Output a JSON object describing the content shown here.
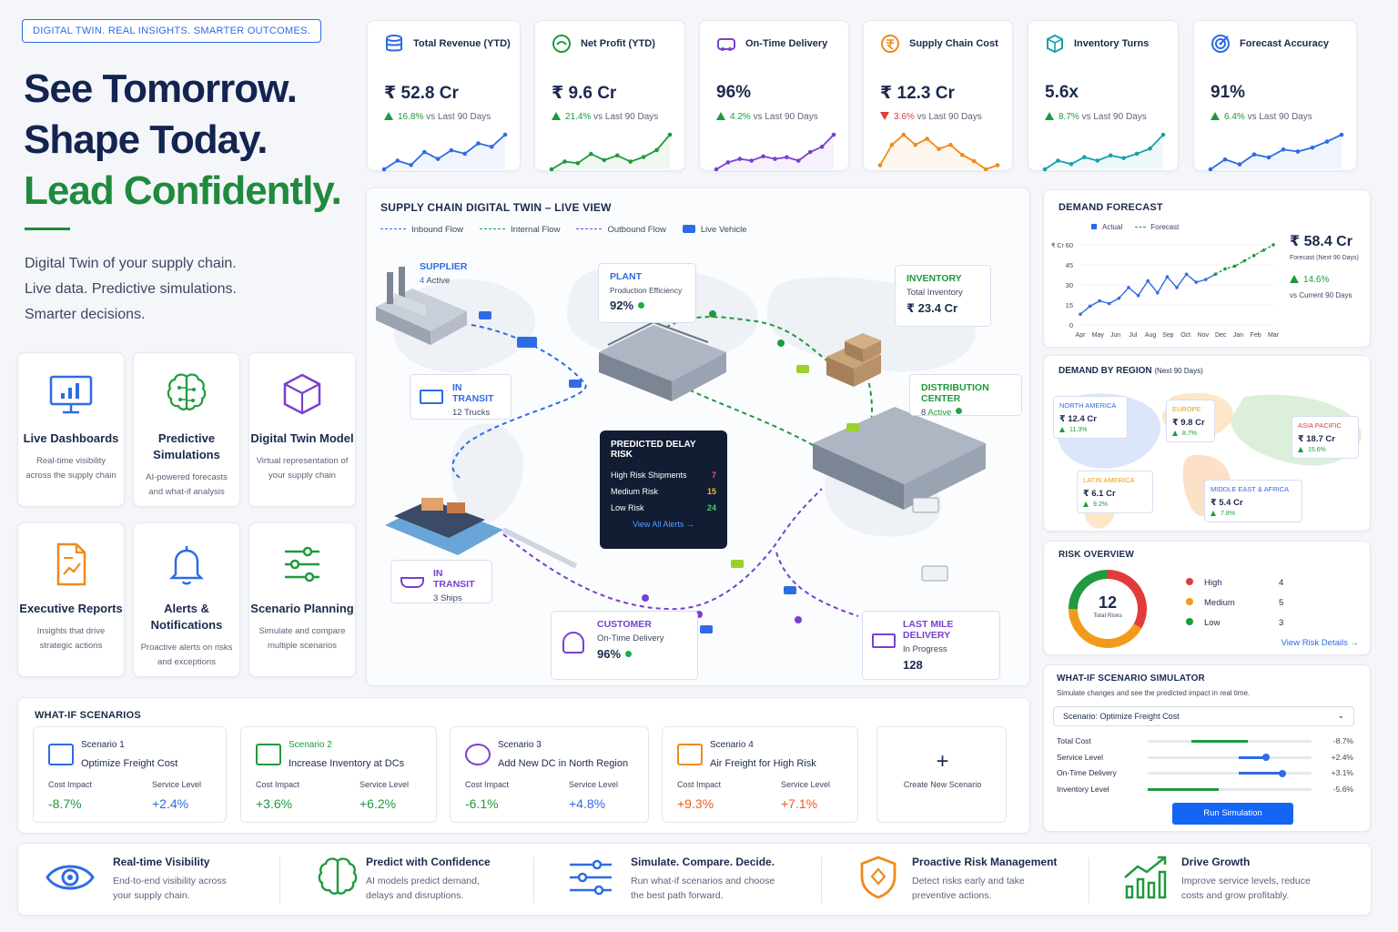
{
  "hero": {
    "tag": "DIGITAL TWIN. REAL INSIGHTS. SMARTER OUTCOMES.",
    "line1": "See Tomorrow.",
    "line2": "Shape Today.",
    "line3": "Lead Confidently.",
    "sub1": "Digital Twin of your supply chain.",
    "sub2": "Live data. Predictive simulations.",
    "sub3": "Smarter decisions."
  },
  "features": [
    {
      "icon": "monitor-chart-icon",
      "title": "Live Dashboards",
      "desc": "Real-time visibility across the supply chain"
    },
    {
      "icon": "brain-icon",
      "title": "Predictive Simulations",
      "desc": "AI-powered forecasts and what-if analysis"
    },
    {
      "icon": "cube-icon",
      "title": "Digital Twin Model",
      "desc": "Virtual representation of your supply chain"
    },
    {
      "icon": "report-icon",
      "title": "Executive Reports",
      "desc": "Insights that drive strategic actions"
    },
    {
      "icon": "bell-icon",
      "title": "Alerts & Notifications",
      "desc": "Proactive alerts on risks and exceptions"
    },
    {
      "icon": "sliders-icon",
      "title": "Scenario Planning",
      "desc": "Simulate and compare multiple scenarios"
    }
  ],
  "kpis": [
    {
      "title": "Total Revenue (YTD)",
      "value": "₹ 52.8 Cr",
      "change": "16.8%",
      "dir": "up",
      "note": "vs Last 90 Days",
      "color": "#2e6be6",
      "icon": "database-icon",
      "spark": [
        3,
        4,
        3.5,
        5,
        4.2,
        5.2,
        4.8,
        6,
        5.6,
        7
      ]
    },
    {
      "title": "Net Profit (YTD)",
      "value": "₹ 9.6 Cr",
      "change": "21.4%",
      "dir": "up",
      "note": "vs Last 90 Days",
      "color": "#1f9a3e",
      "icon": "money-icon",
      "spark": [
        2,
        3,
        2.8,
        4,
        3.2,
        3.8,
        3,
        3.6,
        4.5,
        6.5
      ]
    },
    {
      "title": "On-Time Delivery",
      "value": "96%",
      "change": "4.2%",
      "dir": "up",
      "note": "vs Last 90 Days",
      "color": "#7a3fd0",
      "icon": "truck-icon",
      "spark": [
        2,
        2.8,
        3.2,
        3,
        3.5,
        3.2,
        3.4,
        3,
        4,
        4.6,
        6
      ]
    },
    {
      "title": "Supply Chain Cost",
      "value": "₹ 12.3 Cr",
      "change": "3.6%",
      "dir": "down",
      "note": "vs Last 90 Days",
      "color": "#f08a1c",
      "icon": "rupee-icon",
      "spark": [
        4,
        5,
        5.5,
        5,
        5.3,
        4.8,
        5,
        4.5,
        4.2,
        3.8,
        4
      ]
    },
    {
      "title": "Inventory Turns",
      "value": "5.6x",
      "change": "8.7%",
      "dir": "up",
      "note": "vs Last 90 Days",
      "color": "#17a2a8",
      "icon": "box-icon",
      "spark": [
        2,
        3,
        2.6,
        3.4,
        3,
        3.6,
        3.3,
        3.8,
        4.4,
        6
      ]
    },
    {
      "title": "Forecast Accuracy",
      "value": "91%",
      "change": "6.4%",
      "dir": "up",
      "note": "vs Last 90 Days",
      "color": "#2e6be6",
      "icon": "target-icon",
      "spark": [
        2,
        3,
        2.5,
        3.5,
        3.2,
        4,
        3.8,
        4.2,
        4.8,
        5.5
      ]
    }
  ],
  "twin": {
    "title": "SUPPLY CHAIN DIGITAL TWIN – LIVE VIEW",
    "legend": [
      "Inbound Flow",
      "Internal Flow",
      "Outbound Flow",
      "Live Vehicle"
    ],
    "supplier": {
      "label": "SUPPLIER",
      "count": "4",
      "suffix": "Active"
    },
    "plant": {
      "label": "PLANT",
      "sub": "Production Efficiency",
      "value": "92%"
    },
    "inventory": {
      "label": "INVENTORY",
      "sub": "Total Inventory",
      "value": "₹ 23.4 Cr"
    },
    "distribution": {
      "label": "DISTRIBUTION CENTER",
      "count": "8",
      "suffix": "Active"
    },
    "transit_trucks": {
      "label": "IN TRANSIT",
      "count": "12",
      "suffix": "Trucks"
    },
    "transit_ships": {
      "label": "IN TRANSIT",
      "count": "3",
      "suffix": "Ships"
    },
    "customer": {
      "label": "CUSTOMER",
      "sub": "On-Time Delivery",
      "value": "96%"
    },
    "lastmile": {
      "label": "LAST MILE DELIVERY",
      "sub": "In Progress",
      "value": "128"
    },
    "risk": {
      "title": "PREDICTED DELAY RISK",
      "rows": [
        {
          "label": "High Risk Shipments",
          "value": "7",
          "color": "#ff5a4e"
        },
        {
          "label": "Medium Risk",
          "value": "15",
          "color": "#ffb020"
        },
        {
          "label": "Low Risk",
          "value": "24",
          "color": "#3ed16a"
        }
      ],
      "link": "View All Alerts →"
    }
  },
  "forecast": {
    "title": "DEMAND FORECAST",
    "legend_actual": "Actual",
    "legend_forecast": "Forecast",
    "value": "₹ 58.4 Cr",
    "value_note": "Forecast (Next 90 Days)",
    "change": "14.6%",
    "change_note": "vs Current 90 Days"
  },
  "chart_data": {
    "type": "line",
    "title": "DEMAND FORECAST",
    "ylabel": "₹ Cr",
    "categories": [
      "Apr",
      "May",
      "Jun",
      "Jul",
      "Aug",
      "Sep",
      "Oct",
      "Nov",
      "Dec",
      "Jan",
      "Feb",
      "Mar"
    ],
    "ylim": [
      0,
      60
    ],
    "yticks": [
      0,
      15,
      30,
      45,
      60
    ],
    "series": [
      {
        "name": "Actual",
        "color": "#2e6be6",
        "values": [
          8,
          14,
          18,
          16,
          20,
          28,
          22,
          33,
          24,
          36,
          28,
          38,
          32,
          34,
          38,
          null,
          null,
          null,
          null,
          null,
          null
        ]
      },
      {
        "name": "Forecast",
        "color": "#1f9a3e",
        "values": [
          null,
          null,
          null,
          null,
          null,
          null,
          null,
          null,
          null,
          null,
          null,
          null,
          null,
          null,
          38,
          42,
          44,
          48,
          52,
          56,
          60
        ]
      }
    ]
  },
  "regions": {
    "title": "DEMAND BY REGION",
    "title_note": "(Next 90 Days)",
    "items": [
      {
        "name": "NORTH AMERICA",
        "value": "₹ 12.4 Cr",
        "change": "11.3%",
        "color": "#2e6be6"
      },
      {
        "name": "EUROPE",
        "value": "₹ 9.8 Cr",
        "change": "8.7%",
        "color": "#e89a1c"
      },
      {
        "name": "ASIA PACIFIC",
        "value": "₹ 18.7 Cr",
        "change": "15.6%",
        "color": "#e23b3b"
      },
      {
        "name": "LATIN AMERICA",
        "value": "₹ 6.1 Cr",
        "change": "9.2%",
        "color": "#e89a1c"
      },
      {
        "name": "MIDDLE EAST & AFRICA",
        "value": "₹ 5.4 Cr",
        "change": "7.8%",
        "color": "#2e6be6"
      }
    ]
  },
  "riskov": {
    "title": "RISK OVERVIEW",
    "total": "12",
    "total_label": "Total Risks",
    "items": [
      {
        "label": "High",
        "value": "4",
        "color": "#e23b3b"
      },
      {
        "label": "Medium",
        "value": "5",
        "color": "#f39a1c"
      },
      {
        "label": "Low",
        "value": "3",
        "color": "#1f9a3e"
      }
    ],
    "link": "View Risk Details →"
  },
  "simulator": {
    "title": "WHAT-IF SCENARIO SIMULATOR",
    "sub": "Simulate changes and see the predicted impact in real time.",
    "select_label": "Scenario:",
    "select_value": "Optimize Freight Cost",
    "rows": [
      {
        "label": "Total Cost",
        "value": "-8.7%"
      },
      {
        "label": "Service Level",
        "value": "+2.4%"
      },
      {
        "label": "On-Time Delivery",
        "value": "+3.1%"
      },
      {
        "label": "Inventory Level",
        "value": "-5.6%"
      }
    ],
    "button": "Run Simulation"
  },
  "scenarios": {
    "title": "WHAT-IF SCENARIOS",
    "cost_label": "Cost Impact",
    "service_label": "Service Level",
    "items": [
      {
        "num": "Scenario 1",
        "name": "Optimize Freight Cost",
        "cost": "-8.7%",
        "service": "+2.4%",
        "color": "#2e6be6",
        "cost_color": "#1f9a3e",
        "service_color": "#2e6be6"
      },
      {
        "num": "Scenario 2",
        "name": "Increase Inventory at DCs",
        "cost": "+3.6%",
        "service": "+6.2%",
        "color": "#1f9a3e",
        "cost_color": "#1f9a3e",
        "service_color": "#1f9a3e"
      },
      {
        "num": "Scenario 3",
        "name": "Add New DC in North Region",
        "cost": "-6.1%",
        "service": "+4.8%",
        "color": "#7a3fd0",
        "cost_color": "#1f9a3e",
        "service_color": "#2e6be6"
      },
      {
        "num": "Scenario 4",
        "name": "Air Freight for High Risk",
        "cost": "+9.3%",
        "service": "+7.1%",
        "color": "#f08a1c",
        "cost_color": "#f05a1c",
        "service_color": "#f05a1c"
      }
    ],
    "create": "Create New Scenario"
  },
  "bottom": [
    {
      "title": "Real-time Visibility",
      "desc1": "End-to-end visibility across",
      "desc2": "your supply chain.",
      "color": "#2e6be6"
    },
    {
      "title": "Predict with Confidence",
      "desc1": "AI models predict demand,",
      "desc2": "delays and disruptions.",
      "color": "#1f9a3e"
    },
    {
      "title": "Simulate. Compare. Decide.",
      "desc1": "Run what-if scenarios and choose",
      "desc2": "the best path forward.",
      "color": "#2e6be6"
    },
    {
      "title": "Proactive Risk Management",
      "desc1": "Detect risks early and take",
      "desc2": "preventive actions.",
      "color": "#f08a1c"
    },
    {
      "title": "Drive Growth",
      "desc1": "Improve service levels, reduce",
      "desc2": "costs and grow profitably.",
      "color": "#1f9a3e"
    }
  ]
}
